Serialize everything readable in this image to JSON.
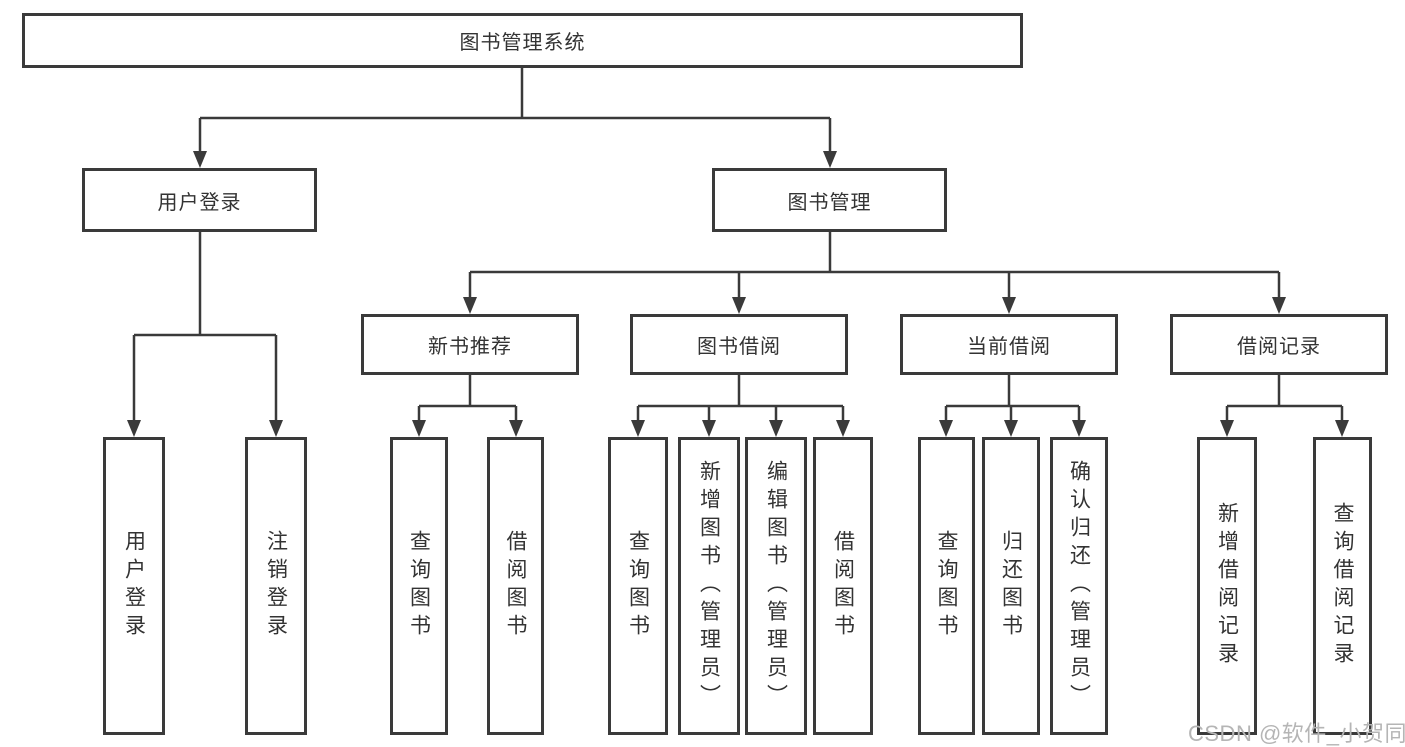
{
  "diagram": {
    "root": {
      "label": "图书管理系统"
    },
    "level2": {
      "user_login": "用户登录",
      "book_management": "图书管理"
    },
    "level3": {
      "new_book_recommend": "新书推荐",
      "book_borrow": "图书借阅",
      "current_borrow": "当前借阅",
      "borrow_record": "借阅记录"
    },
    "leaves": {
      "user_login": "用户登录",
      "logout": "注销登录",
      "query_books_1": "查询图书",
      "borrow_books_1": "借阅图书",
      "query_books_2": "查询图书",
      "add_books_admin": "新增图书（管理员）",
      "edit_books_admin": "编辑图书（管理员）",
      "borrow_books_2": "借阅图书",
      "query_books_3": "查询图书",
      "return_books": "归还图书",
      "confirm_return_admin": "确认归还（管理员）",
      "add_borrow_record": "新增借阅记录",
      "query_borrow_record": "查询借阅记录"
    }
  },
  "colors": {
    "line": "#3a3a3a",
    "text": "#333333",
    "watermark": "#b5b5b5"
  },
  "watermark": "CSDN @软件_小贺同学"
}
